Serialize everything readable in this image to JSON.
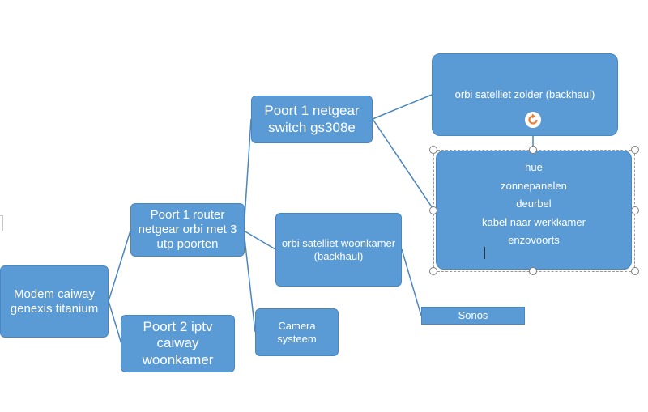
{
  "nodes": {
    "modem": "Modem caiway genexis titanium",
    "router": "Poort 1 router netgear orbi met 3 utp poorten",
    "iptv": "Poort 2 iptv caiway woonkamer",
    "switch": "Poort 1 netgear switch gs308e",
    "satellite_living": "orbi satelliet woonkamer (backhaul)",
    "camera": "Camera systeem",
    "satellite_attic": "orbi satelliet zolder (backhaul)",
    "sonos": "Sonos",
    "attic_devices": [
      "hue",
      "zonnepanelen",
      "deurbel",
      "kabel naar werkkamer",
      "enzovoorts"
    ]
  },
  "colors": {
    "box_fill": "#5b9bd5",
    "connector": "#4a86c1",
    "handle_border": "#7f7f7f",
    "rotate_icon": "#ed7d31"
  },
  "icons": {
    "rotate_handle": "rotate-arrow-icon",
    "selection_handles": "circle-handle-icon"
  }
}
